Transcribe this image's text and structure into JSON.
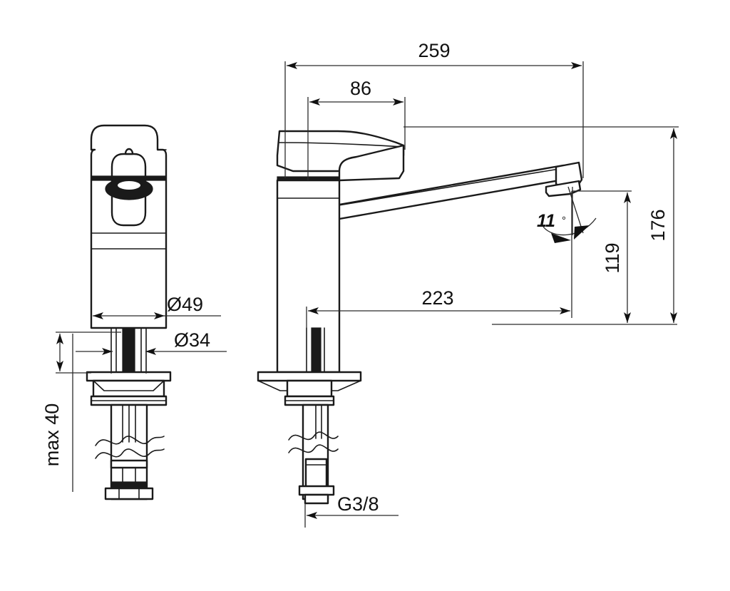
{
  "document": {
    "type": "technical-drawing",
    "subject": "single-lever kitchen mixer tap dimensional drawing",
    "background_color": "#ffffff",
    "line_color": "#1a1a1a",
    "views": [
      {
        "id": "front-view",
        "label": "front view",
        "position": "left"
      },
      {
        "id": "side-view",
        "label": "side view",
        "position": "right"
      }
    ]
  },
  "dimensions": {
    "spout_reach_total": "259",
    "lever_offset": "86",
    "spout_reach_outlet": "223",
    "overall_height": "176",
    "spout_height": "119",
    "spout_angle": "11",
    "degree_symbol": "°",
    "body_diameter": "Ø49",
    "shank_diameter": "Ø34",
    "max_deck_thickness": "max 40",
    "thread_size": "G3/8"
  },
  "labels": {
    "d259": "259",
    "d86": "86",
    "d223": "223",
    "d176": "176",
    "d119": "119",
    "d11deg": "11",
    "deg": "°",
    "d49": "Ø49",
    "d34": "Ø34",
    "max40": "max 40",
    "g38": "G3/8"
  }
}
